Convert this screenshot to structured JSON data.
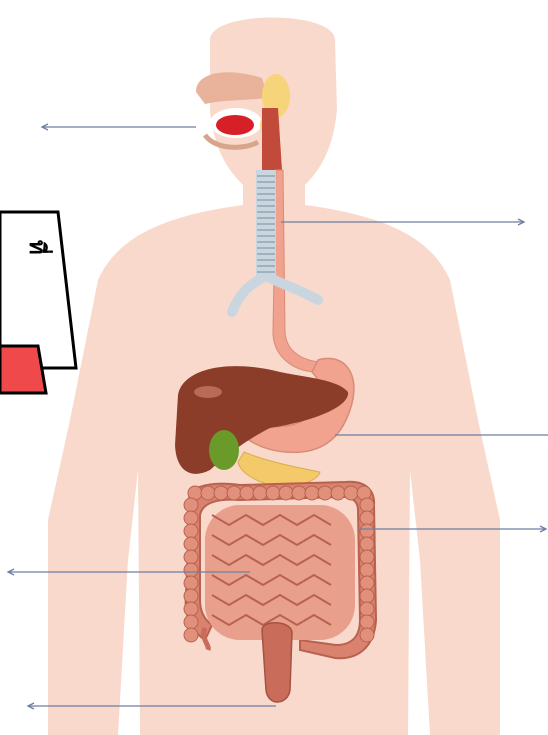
{
  "diagram": {
    "organs": [
      {
        "id": "mouth",
        "icon": "mouth-icon"
      },
      {
        "id": "esophagus",
        "icon": "esophagus-icon"
      },
      {
        "id": "stomach",
        "icon": "stomach-icon"
      },
      {
        "id": "liver",
        "icon": "liver-icon"
      },
      {
        "id": "gallbladder",
        "icon": "gallbladder-icon"
      },
      {
        "id": "pancreas",
        "icon": "pancreas-icon"
      },
      {
        "id": "large-intestine",
        "icon": "large-intestine-icon"
      },
      {
        "id": "small-intestine",
        "icon": "small-intestine-icon"
      },
      {
        "id": "rectum",
        "icon": "rectum-icon"
      }
    ],
    "label_box": {
      "text": "ที่"
    },
    "colors": {
      "body": "#f9d9cc",
      "liver": "#8b3d2a",
      "stomach": "#f2a38f",
      "intestine": "#d9826f",
      "gallbladder": "#6a9a2a",
      "pancreas": "#f3c96a",
      "trachea": "#c9d6df",
      "pointer": "#6d7fa3",
      "red_tab": "#f0494b"
    }
  }
}
